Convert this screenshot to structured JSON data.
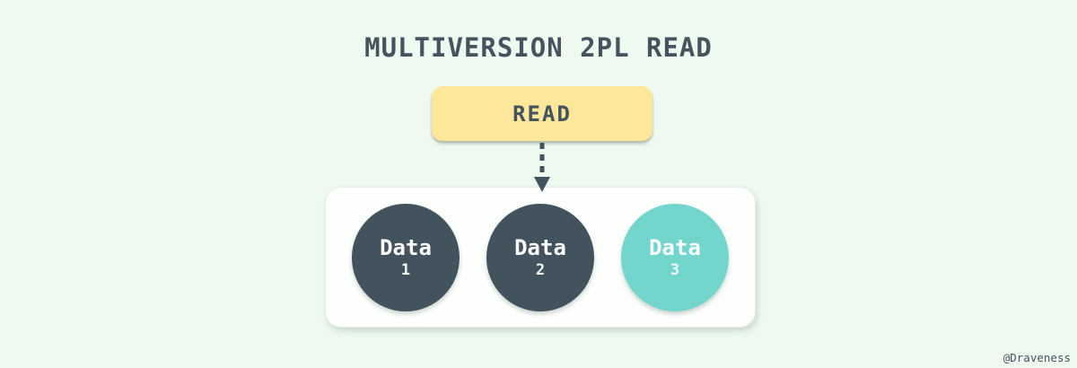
{
  "title": "MULTIVERSION 2PL READ",
  "read_box": {
    "label": "READ"
  },
  "data_store": {
    "circles": [
      {
        "label": "Data",
        "number": "1",
        "color": "#42535D"
      },
      {
        "label": "Data",
        "number": "2",
        "color": "#42535D"
      },
      {
        "label": "Data",
        "number": "3",
        "color": "#72D6CC"
      }
    ]
  },
  "watermark": "@Draveness",
  "colors": {
    "background": "#EEFAF0",
    "title_text": "#44535E",
    "read_box_fill": "#FCE79A",
    "arrow": "#42535D",
    "container_fill": "#FCFFFC",
    "circle_dark": "#42535D",
    "circle_teal": "#72D6CC",
    "circle_text": "#FFFFFF"
  }
}
